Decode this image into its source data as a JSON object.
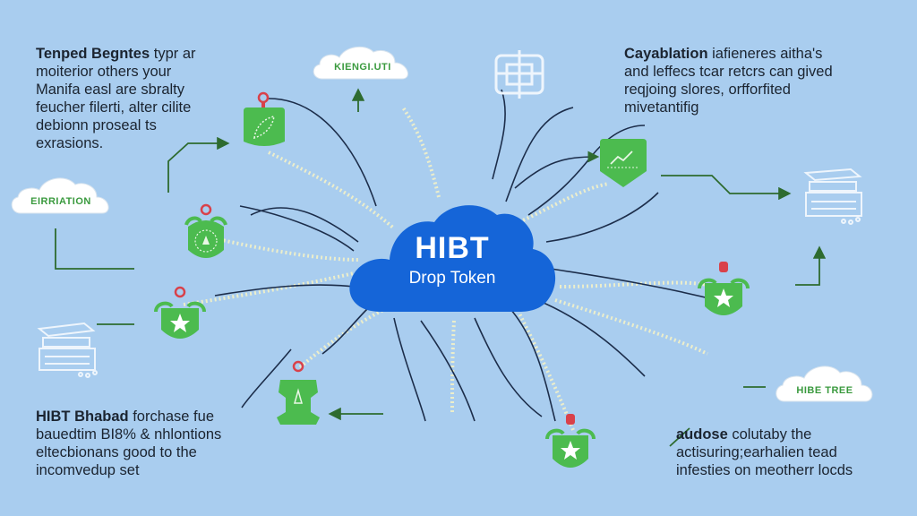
{
  "hub": {
    "title": "HIBT",
    "subtitle": "Drop Token",
    "color": "#1565d8"
  },
  "text_blocks": {
    "top_left": {
      "bold": "Tenped Begntes",
      "lines": [
        "typr ar",
        "moiterior others your",
        "Manifa easl are sbralty",
        "feucher filerti, alter cilite",
        "debionn proseal  ts",
        "exrasions."
      ]
    },
    "top_right": {
      "bold": "Cayablation",
      "lines": [
        "iafieneres aitha's",
        "and leffecs tcar retcrs can gived",
        "reqjoing slores, orfforfited",
        "mivetantifig"
      ]
    },
    "bottom_left": {
      "bold": "HIBT Bhabad",
      "lines": [
        "forchase fue",
        "bauedtim BI8% & nhlontions",
        "eltecbionans good to the",
        "incomvedup set"
      ]
    },
    "bottom_right": {
      "bold": "audose",
      "lines": [
        "colutaby the",
        "actisuring;earhalien tead",
        "infesties on meotherr locds"
      ]
    }
  },
  "cloud_labels": {
    "top": "KIENGI.UTI",
    "left": "EIRRIATION",
    "right": "HIBE TREE"
  },
  "nodes": [
    {
      "name": "leaf-badge-node",
      "icon": "leaf-icon"
    },
    {
      "name": "emblem-node-left",
      "icon": "emblem-icon"
    },
    {
      "name": "star-shield-node-left",
      "icon": "star-icon"
    },
    {
      "name": "figure-node-bottom",
      "icon": "figure-icon"
    },
    {
      "name": "star-shield-node-bottom",
      "icon": "star-icon"
    },
    {
      "name": "chart-badge-node",
      "icon": "chart-icon"
    },
    {
      "name": "star-shield-node-right",
      "icon": "star-icon"
    }
  ],
  "colors": {
    "background": "#a9cdef",
    "node_green": "#4cbb4f",
    "arrow_green": "#2e6b2f",
    "line_dark": "#1c2d4a",
    "dotted_path": "#f4f2c8",
    "label_green": "#3a9a3e",
    "pin_red": "#d9414a"
  }
}
